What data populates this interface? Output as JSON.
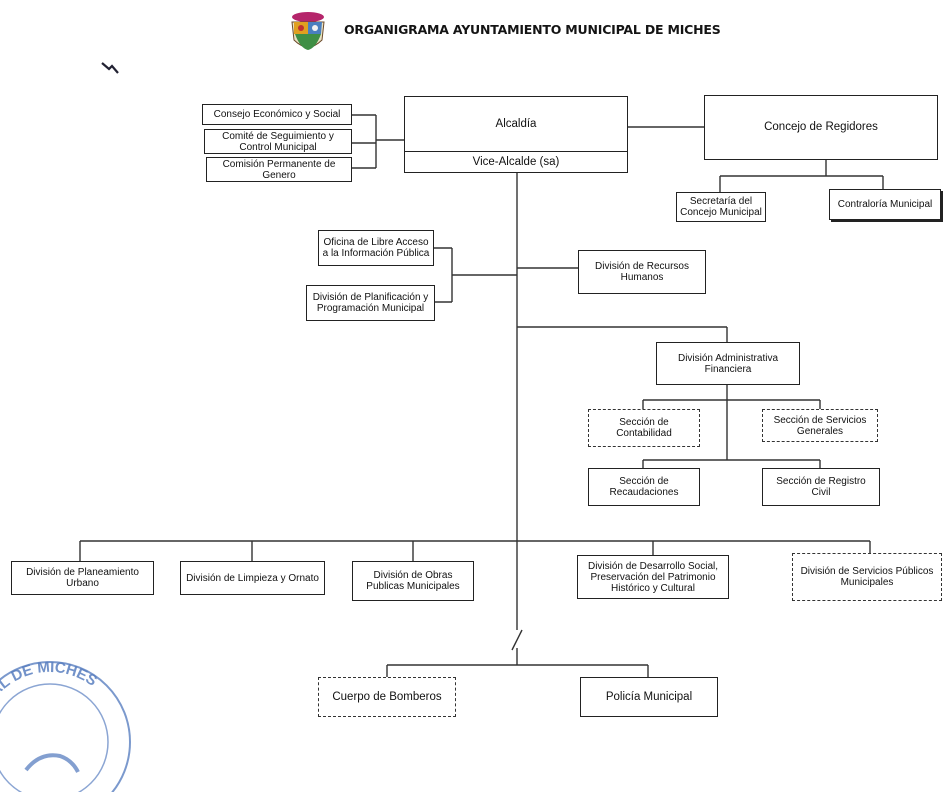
{
  "title": "ORGANIGRAMA AYUNTAMIENTO MUNICIPAL DE MICHES",
  "boxes": {
    "alcaldia": "Alcaldía",
    "vice": "Vice-Alcalde (sa)",
    "concejo": "Concejo de Regidores",
    "consejo_economico": "Consejo Económico y Social",
    "comite": "Comité de Seguimiento y Control Municipal",
    "comision": "Comisión Permanente de Genero",
    "secretaria": "Secretaría del Concejo Municipal",
    "contraloria": "Contraloría Municipal",
    "oficina_libre_acceso": "Oficina de Libre Acceso a la Información Pública",
    "planificacion": "División de Planificación y Programación Municipal",
    "recursos_humanos": "División de Recursos Humanos",
    "administrativa": "División Administrativa Financiera",
    "contabilidad": "Sección de Contabilidad",
    "servicios_generales": "Sección de Servicios Generales",
    "recaudaciones": "Sección de Recaudaciones",
    "registro_civil": "Sección de Registro Civil",
    "planeamiento": "División de Planeamiento Urbano",
    "limpieza": "División de Limpieza  y Ornato",
    "obras": "División de  Obras Publicas Municipales",
    "desarrollo_social": "División de Desarrollo Social, Preservación del Patrimonio Histórico y Cultural",
    "servicios_publicos": "División de Servicios  Públicos Municipales",
    "bomberos": "Cuerpo de Bomberos",
    "policia": "Policía Municipal"
  },
  "seal_text": "PAL DE MICHES",
  "colors": {
    "line": "#333333",
    "border": "#222222",
    "seal": "#5a7fc0"
  }
}
